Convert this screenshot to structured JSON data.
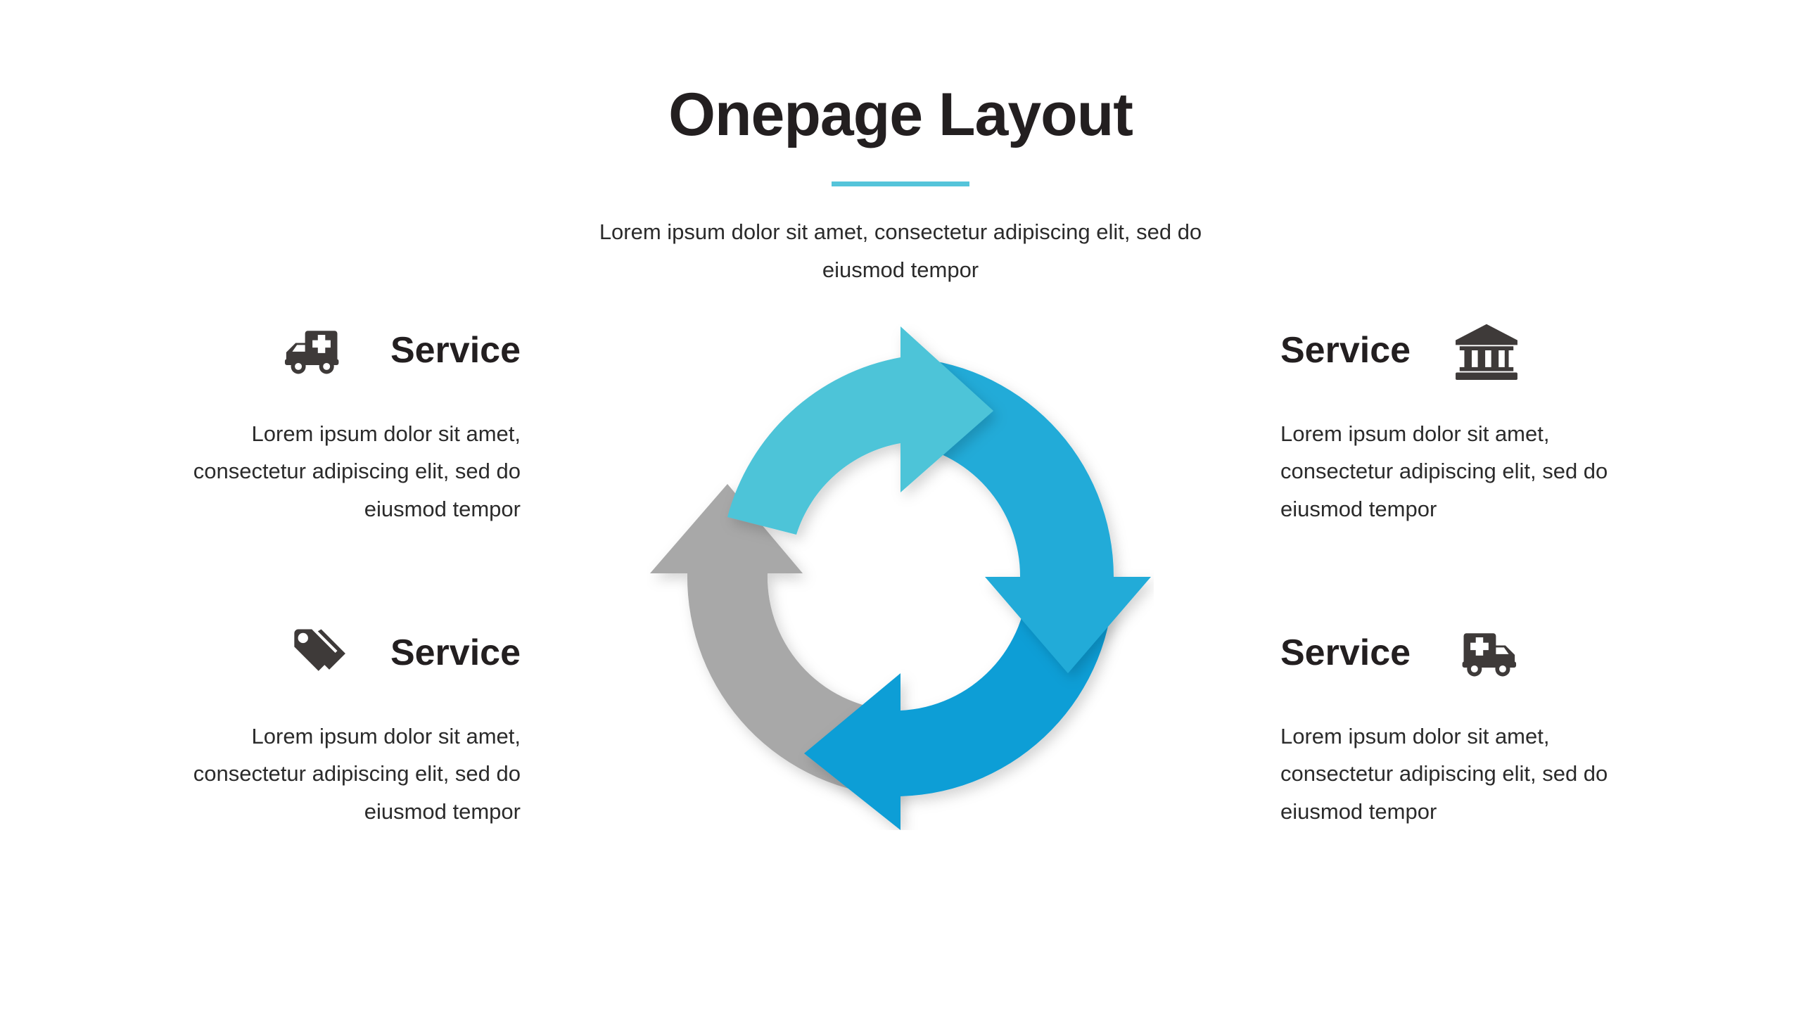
{
  "header": {
    "title": "Onepage Layout",
    "divider_color": "#55c4da",
    "subtitle": "Lorem ipsum dolor sit amet, consectetur adipiscing elit, sed do eiusmod tempor"
  },
  "body_text": "Lorem ipsum dolor sit amet, consectetur adipiscing elit, sed do eiusmod tempor",
  "services": [
    {
      "id": "service-top-left",
      "title": "Service",
      "icon": "ambulance-icon",
      "side": "left",
      "body": "Lorem ipsum dolor sit amet, consectetur adipiscing elit, sed do eiusmod tempor"
    },
    {
      "id": "service-top-right",
      "title": "Service",
      "icon": "bank-icon",
      "side": "right",
      "body": "Lorem ipsum dolor sit amet, consectetur adipiscing elit, sed do eiusmod tempor"
    },
    {
      "id": "service-bottom-left",
      "title": "Service",
      "icon": "price-tag-icon",
      "side": "left",
      "body": "Lorem ipsum dolor sit amet, consectetur adipiscing elit, sed do eiusmod tempor"
    },
    {
      "id": "service-bottom-right",
      "title": "Service",
      "icon": "ambulance-icon",
      "side": "right",
      "body": "Lorem ipsum dolor sit amet, consectetur adipiscing elit, sed do eiusmod tempor"
    }
  ],
  "chart_data": {
    "type": "cycle-diagram",
    "title": "",
    "segments": [
      {
        "name": "segment-top-left",
        "color": "#4ec4d8",
        "start_deg": 190,
        "end_deg": 355,
        "arrow_direction": "clockwise",
        "arrow_at": "top"
      },
      {
        "name": "segment-right",
        "color": "#23abd8",
        "start_deg": 355,
        "end_deg": 85,
        "arrow_direction": "clockwise",
        "arrow_at": "right"
      },
      {
        "name": "segment-bottom-right",
        "color": "#0e9ed6",
        "start_deg": 85,
        "end_deg": 190,
        "arrow_direction": "clockwise",
        "arrow_at": "bottom"
      },
      {
        "name": "segment-left-gray",
        "color": "#a8a8a8",
        "start_deg": 100,
        "end_deg": 195,
        "arrow_direction": "clockwise",
        "arrow_at": "left"
      }
    ],
    "colors": {
      "teal": "#4ec4d8",
      "blue": "#23abd8",
      "deep_blue": "#0e9ed6",
      "gray": "#a8a8a8",
      "ink": "#231f20",
      "body": "#2b2b2b",
      "icon": "#3e3a39"
    }
  },
  "icons": {
    "ambulance": "ambulance-icon",
    "bank": "bank-icon",
    "price_tag": "price-tag-icon"
  }
}
